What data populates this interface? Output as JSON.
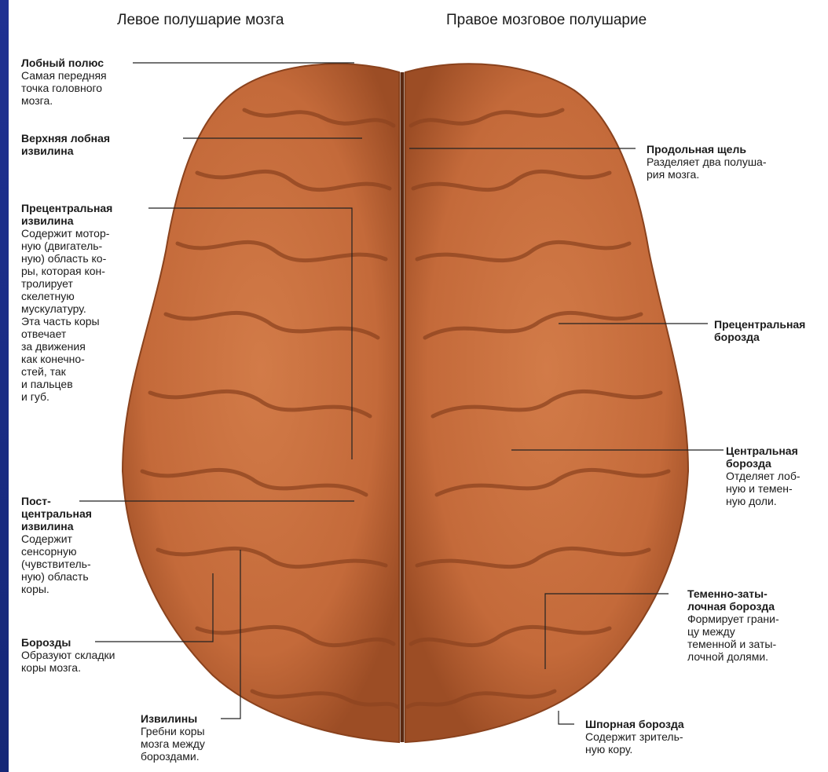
{
  "colors": {
    "frame": "#1d2f86",
    "panel": "#ffffff",
    "cortex": "#c9703f",
    "line": "#222222"
  },
  "titles": {
    "left": "Левое полушарие мозга",
    "right": "Правое мозговое полушарие"
  },
  "labels": {
    "frontal_pole": {
      "head": "Лобный полюс",
      "desc": [
        "Самая передняя",
        "точка головного",
        "мозга."
      ]
    },
    "superior_frontal": {
      "head": [
        "Верхняя лобная",
        "извилина"
      ],
      "desc": []
    },
    "precentral_gyrus": {
      "head": [
        "Прецентральная",
        "извилина"
      ],
      "desc": [
        "Содержит мотор-",
        "ную (двигатель-",
        "ную) область ко-",
        "ры, которая кон-",
        "тролирует",
        "скелетную",
        "мускулатуру.",
        "Эта часть коры",
        "отвечает",
        "за движения",
        "как конечно-",
        "стей, так",
        "и пальцев",
        "и губ."
      ]
    },
    "postcentral_gyrus": {
      "head": [
        "Пост-",
        "центральная",
        "извилина"
      ],
      "desc": [
        "Содержит",
        "сенсорную",
        "(чувствитель-",
        "ную) область",
        "коры."
      ]
    },
    "sulci": {
      "head": [
        "Борозды"
      ],
      "desc": [
        "Образуют складки",
        "коры мозга."
      ]
    },
    "gyri": {
      "head": [
        "Извилины"
      ],
      "desc": [
        "Гребни коры",
        "мозга между",
        "бороздами."
      ]
    },
    "longitudinal_fissure": {
      "head": [
        "Продольная щель"
      ],
      "desc": [
        "Разделяет два полуша-",
        "рия мозга."
      ]
    },
    "precentral_sulcus": {
      "head": [
        "Прецентральная",
        "борозда"
      ],
      "desc": []
    },
    "central_sulcus": {
      "head": [
        "Центральная",
        "борозда"
      ],
      "desc": [
        "Отделяет лоб-",
        "ную и темен-",
        "ную доли."
      ]
    },
    "parieto_occipital": {
      "head": [
        "Теменно-заты-",
        "лочная борозда"
      ],
      "desc": [
        "Формирует грани-",
        "цу между",
        "теменной и заты-",
        "лочной долями."
      ]
    },
    "calcarine": {
      "head": [
        "Шпорная борозда"
      ],
      "desc": [
        "Содержит зритель-",
        "ную кору."
      ]
    }
  }
}
